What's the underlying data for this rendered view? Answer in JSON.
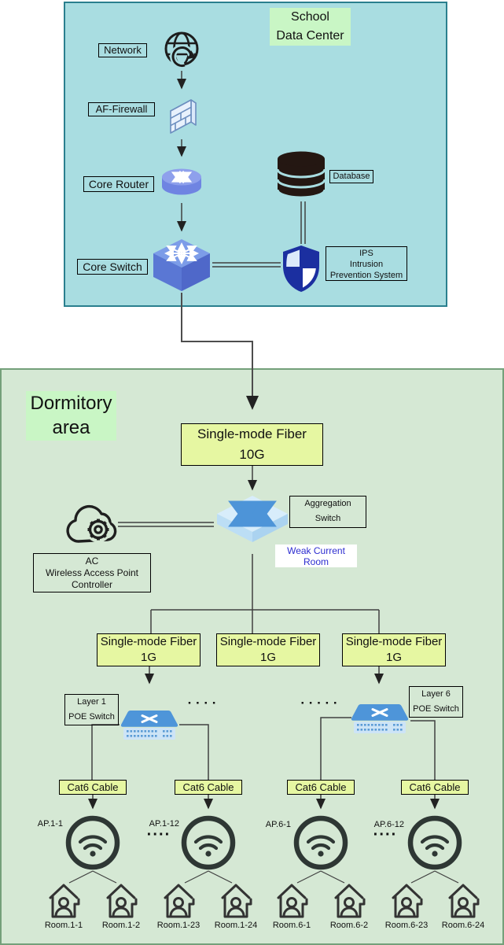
{
  "colors": {
    "datacenter_bg": "#a9dde1",
    "datacenter_border": "#2a7f8e",
    "dormitory_bg": "#d5e8d4",
    "dormitory_border": "#74a07a",
    "title_label_bg": "#c9f6c5",
    "fiber_label_bg": "#e6f7a2",
    "weak_current_text": "#2d2dd0",
    "device_blue": "#4d94d8",
    "shield_navy": "#1b2fa0"
  },
  "datacenter": {
    "title_line1": "School",
    "title_line2": "Data Center",
    "network_label": "Network",
    "firewall_label": "AF-Firewall",
    "router_label": "Core Router",
    "database_label": "Database",
    "switch_label": "Core Switch",
    "ips_line1": "IPS",
    "ips_line2": "Intrusion",
    "ips_line3": "Prevention System"
  },
  "dormitory": {
    "title_line1": "Dormitory",
    "title_line2": "area",
    "fiber10g_line1": "Single-mode Fiber",
    "fiber10g_line2": "10G",
    "aggregation_line1": "Aggregation",
    "aggregation_line2": "Switch",
    "weak_current_line1": "Weak Current",
    "weak_current_line2": "Room",
    "ac_line1": "AC",
    "ac_line2": "Wireless Access Point",
    "ac_line3": "Controller",
    "fiber1g": [
      {
        "line1": "Single-mode Fiber",
        "line2": "1G"
      },
      {
        "line1": "Single-mode Fiber",
        "line2": "1G"
      },
      {
        "line1": "Single-mode Fiber",
        "line2": "1G"
      }
    ],
    "poe_left_line1": "Layer 1",
    "poe_left_line2": "POE Switch",
    "poe_right_line1": "Layer 6",
    "poe_right_line2": "POE Switch",
    "poe_dots_left": "· · · ·",
    "poe_dots_right": "· · · · ·",
    "cat6_labels": [
      "Cat6 Cable",
      "Cat6 Cable",
      "Cat6 Cable",
      "Cat6 Cable"
    ],
    "ap_labels": [
      "AP.1-1",
      "AP.1-12",
      "AP.6-1",
      "AP.6-12"
    ],
    "ap_dots_left": "····",
    "ap_dots_right": "····",
    "room_labels": [
      "Room.1-1",
      "Room.1-2",
      "Room.1-23",
      "Room.1-24",
      "Room.6-1",
      "Room.6-2",
      "Room.6-23",
      "Room.6-24"
    ]
  }
}
